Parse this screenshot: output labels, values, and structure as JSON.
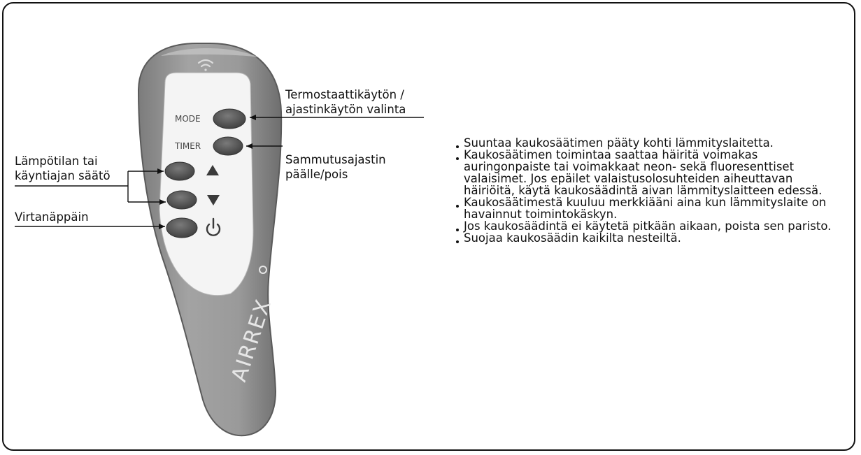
{
  "remote": {
    "brand": "AIRREX",
    "buttons": {
      "mode": "MODE",
      "timer": "TIMER"
    }
  },
  "callouts": {
    "mode_line1": "Termostaattikäytön /",
    "mode_line2": "ajastinkäytön valinta",
    "timer_line1": "Sammutusajastin",
    "timer_line2": "päälle/pois",
    "adjust_line1": "Lämpötilan tai",
    "adjust_line2": "käyntiajan säätö",
    "power": "Virtanäppäin"
  },
  "notes": [
    "Suuntaa kaukosäätimen pääty kohti lämmityslaitetta.",
    "Kaukosäätimen toimintaa saattaa häiritä voimakas auringonpaiste tai voimakkaat neon- sekä fluoresenttiset valaisimet. Jos epäilet valaistusolosuhteiden aiheuttavan häiriöitä, käytä kaukosäädintä aivan lämmityslaitteen edessä.",
    "Kaukosäätimestä kuuluu merkkiääni aina kun lämmityslaite on havainnut toimintokäskyn.",
    "Jos kaukosäädintä ei käytetä pitkään aikaan, poista sen paristo.",
    "Suojaa kaukosäädin kaikilta nesteiltä."
  ],
  "icons": {
    "signal": "wifi-signal-icon",
    "up": "triangle-up-icon",
    "down": "triangle-down-icon",
    "power": "power-icon"
  }
}
